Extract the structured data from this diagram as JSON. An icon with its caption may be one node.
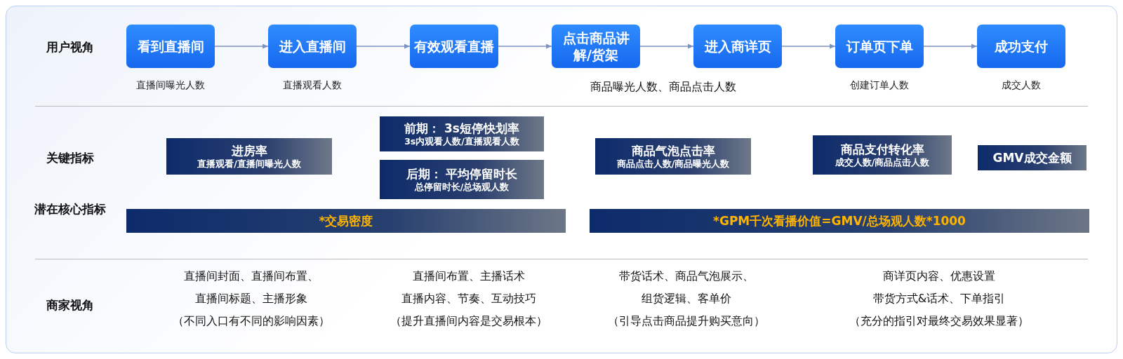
{
  "diagram": {
    "nodes": [
      {
        "text": [
          "看到直播间"
        ],
        "beside": [
          "直播间曝光人数"
        ]
      },
      {
        "text": [
          "进入直播间"
        ],
        "beside": [
          "直播观看人数"
        ]
      },
      {
        "text": [
          "有效观看直播"
        ]
      },
      {
        "text": [
          "点击商品讲解/货架"
        ]
      },
      {
        "text": [
          "进入商详页"
        ]
      },
      {
        "text": [
          "订单页下单"
        ],
        "beside": [
          "创建订单人数"
        ]
      },
      {
        "text": [
          "成功支付"
        ],
        "beside": [
          "成交人数"
        ]
      },
      {
        "text": [
          "进房率",
          "直播观看/直播间曝光人数"
        ]
      },
      {
        "text": [
          "前期： 3s短停快划率",
          "3s内观看人数/直播观看人数"
        ]
      },
      {
        "text": [
          "后期： 平均停留时长",
          "总停留时长/总场观人数"
        ]
      },
      {
        "text": [
          "商品气泡点击率",
          "商品点击人数/商品曝光人数"
        ]
      },
      {
        "text": [
          "商品支付转化率",
          "成交人数/商品点击人数"
        ]
      },
      {
        "text": [
          "GMV成交金额"
        ]
      },
      {
        "text": [
          "*交易密度"
        ]
      },
      {
        "text": [
          "*GPM千次看播价值=GMV/总场观人数*1000"
        ]
      }
    ],
    "edges": [
      {
        "from": 0,
        "to": 1,
        "arrow": "to"
      },
      {
        "from": 1,
        "to": 2,
        "arrow": "to"
      },
      {
        "from": 2,
        "to": 3,
        "arrow": "to"
      },
      {
        "from": 3,
        "to": 4,
        "arrow": "to"
      },
      {
        "from": 4,
        "to": 5,
        "arrow": "to"
      },
      {
        "from": 5,
        "to": 6,
        "arrow": "to"
      }
    ],
    "labels": [
      "用户视角",
      "商品曝光人数、商品点击人数",
      "关键指标",
      "潜在核心指标",
      "商家视角",
      "直播间封面、直播间布置、",
      "直播间布置、主播话术",
      "带货话术、商品气泡展示、",
      "商详页内容、优惠设置",
      "直播间标题、主播形象",
      "直播内容、节奏、互动技巧",
      "组货逻辑、客单价",
      "带货方式&话术、下单指引",
      "（不同入口有不同的影响因素）",
      "（提升直播间内容是交易根本）",
      "（引导点击商品提升购买意向）",
      "（充分的指引对最终交易效果显著）"
    ]
  }
}
